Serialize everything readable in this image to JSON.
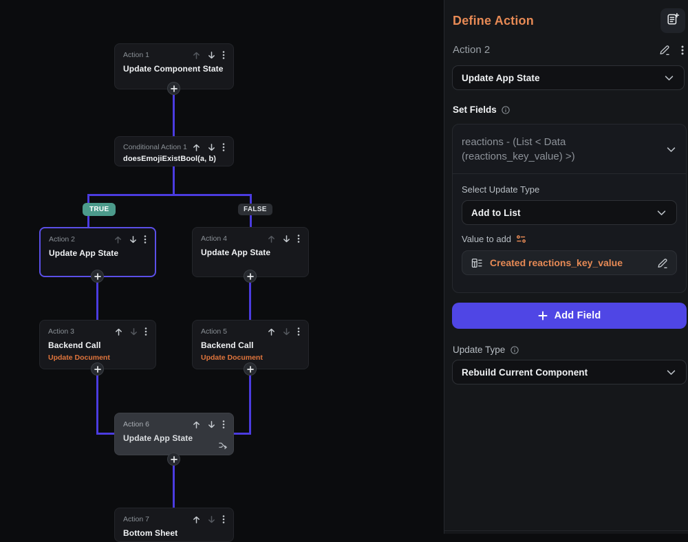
{
  "canvas": {
    "nodes": [
      {
        "label": "Action 1",
        "title": "Update Component State"
      },
      {
        "label": "Conditional Action 1",
        "title": "doesEmojiExistBool(a, b)"
      },
      {
        "label": "Action 2",
        "title": "Update App State"
      },
      {
        "label": "Action 4",
        "title": "Update App State"
      },
      {
        "label": "Action 3",
        "title": "Backend Call",
        "subtitle": "Update Document"
      },
      {
        "label": "Action 5",
        "title": "Backend Call",
        "subtitle": "Update Document"
      },
      {
        "label": "Action 6",
        "title": "Update App State"
      },
      {
        "label": "Action 7",
        "title": "Bottom Sheet"
      }
    ],
    "branch": {
      "true_label": "TRUE",
      "false_label": "FALSE"
    }
  },
  "panel": {
    "title": "Define Action",
    "action_label": "Action 2",
    "action_type_value": "Update App State",
    "set_fields_label": "Set Fields",
    "field_selector_value": "reactions - (List < Data (reactions_key_value) >)",
    "select_update_type_label": "Select Update Type",
    "update_mode_value": "Add to List",
    "value_to_add_label": "Value to add",
    "value_chip": "Created reactions_key_value",
    "add_field_label": "Add Field",
    "update_type_label": "Update Type",
    "rebuild_value": "Rebuild Current Component"
  },
  "colors": {
    "accent_button": "#4f46e5",
    "connector": "#4b3ce0",
    "selected_border": "#5b4fe8",
    "heading_orange": "#e78a55",
    "node_subtitle_orange": "#e0753c",
    "true_badge": "#4c9b8b",
    "false_badge": "#2c2f34"
  }
}
